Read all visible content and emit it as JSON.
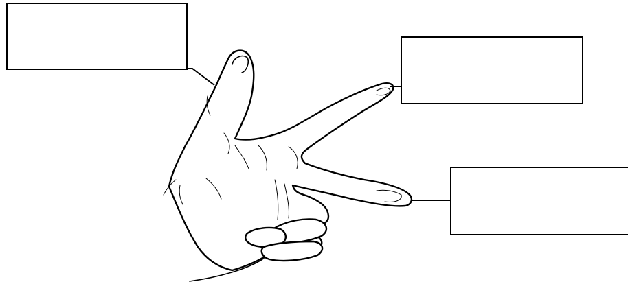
{
  "labels": [
    {
      "id": "thumb",
      "text": ""
    },
    {
      "id": "index-finger",
      "text": ""
    },
    {
      "id": "middle-finger",
      "text": ""
    }
  ],
  "colors": {
    "line": "#000000",
    "background": "#ffffff"
  }
}
